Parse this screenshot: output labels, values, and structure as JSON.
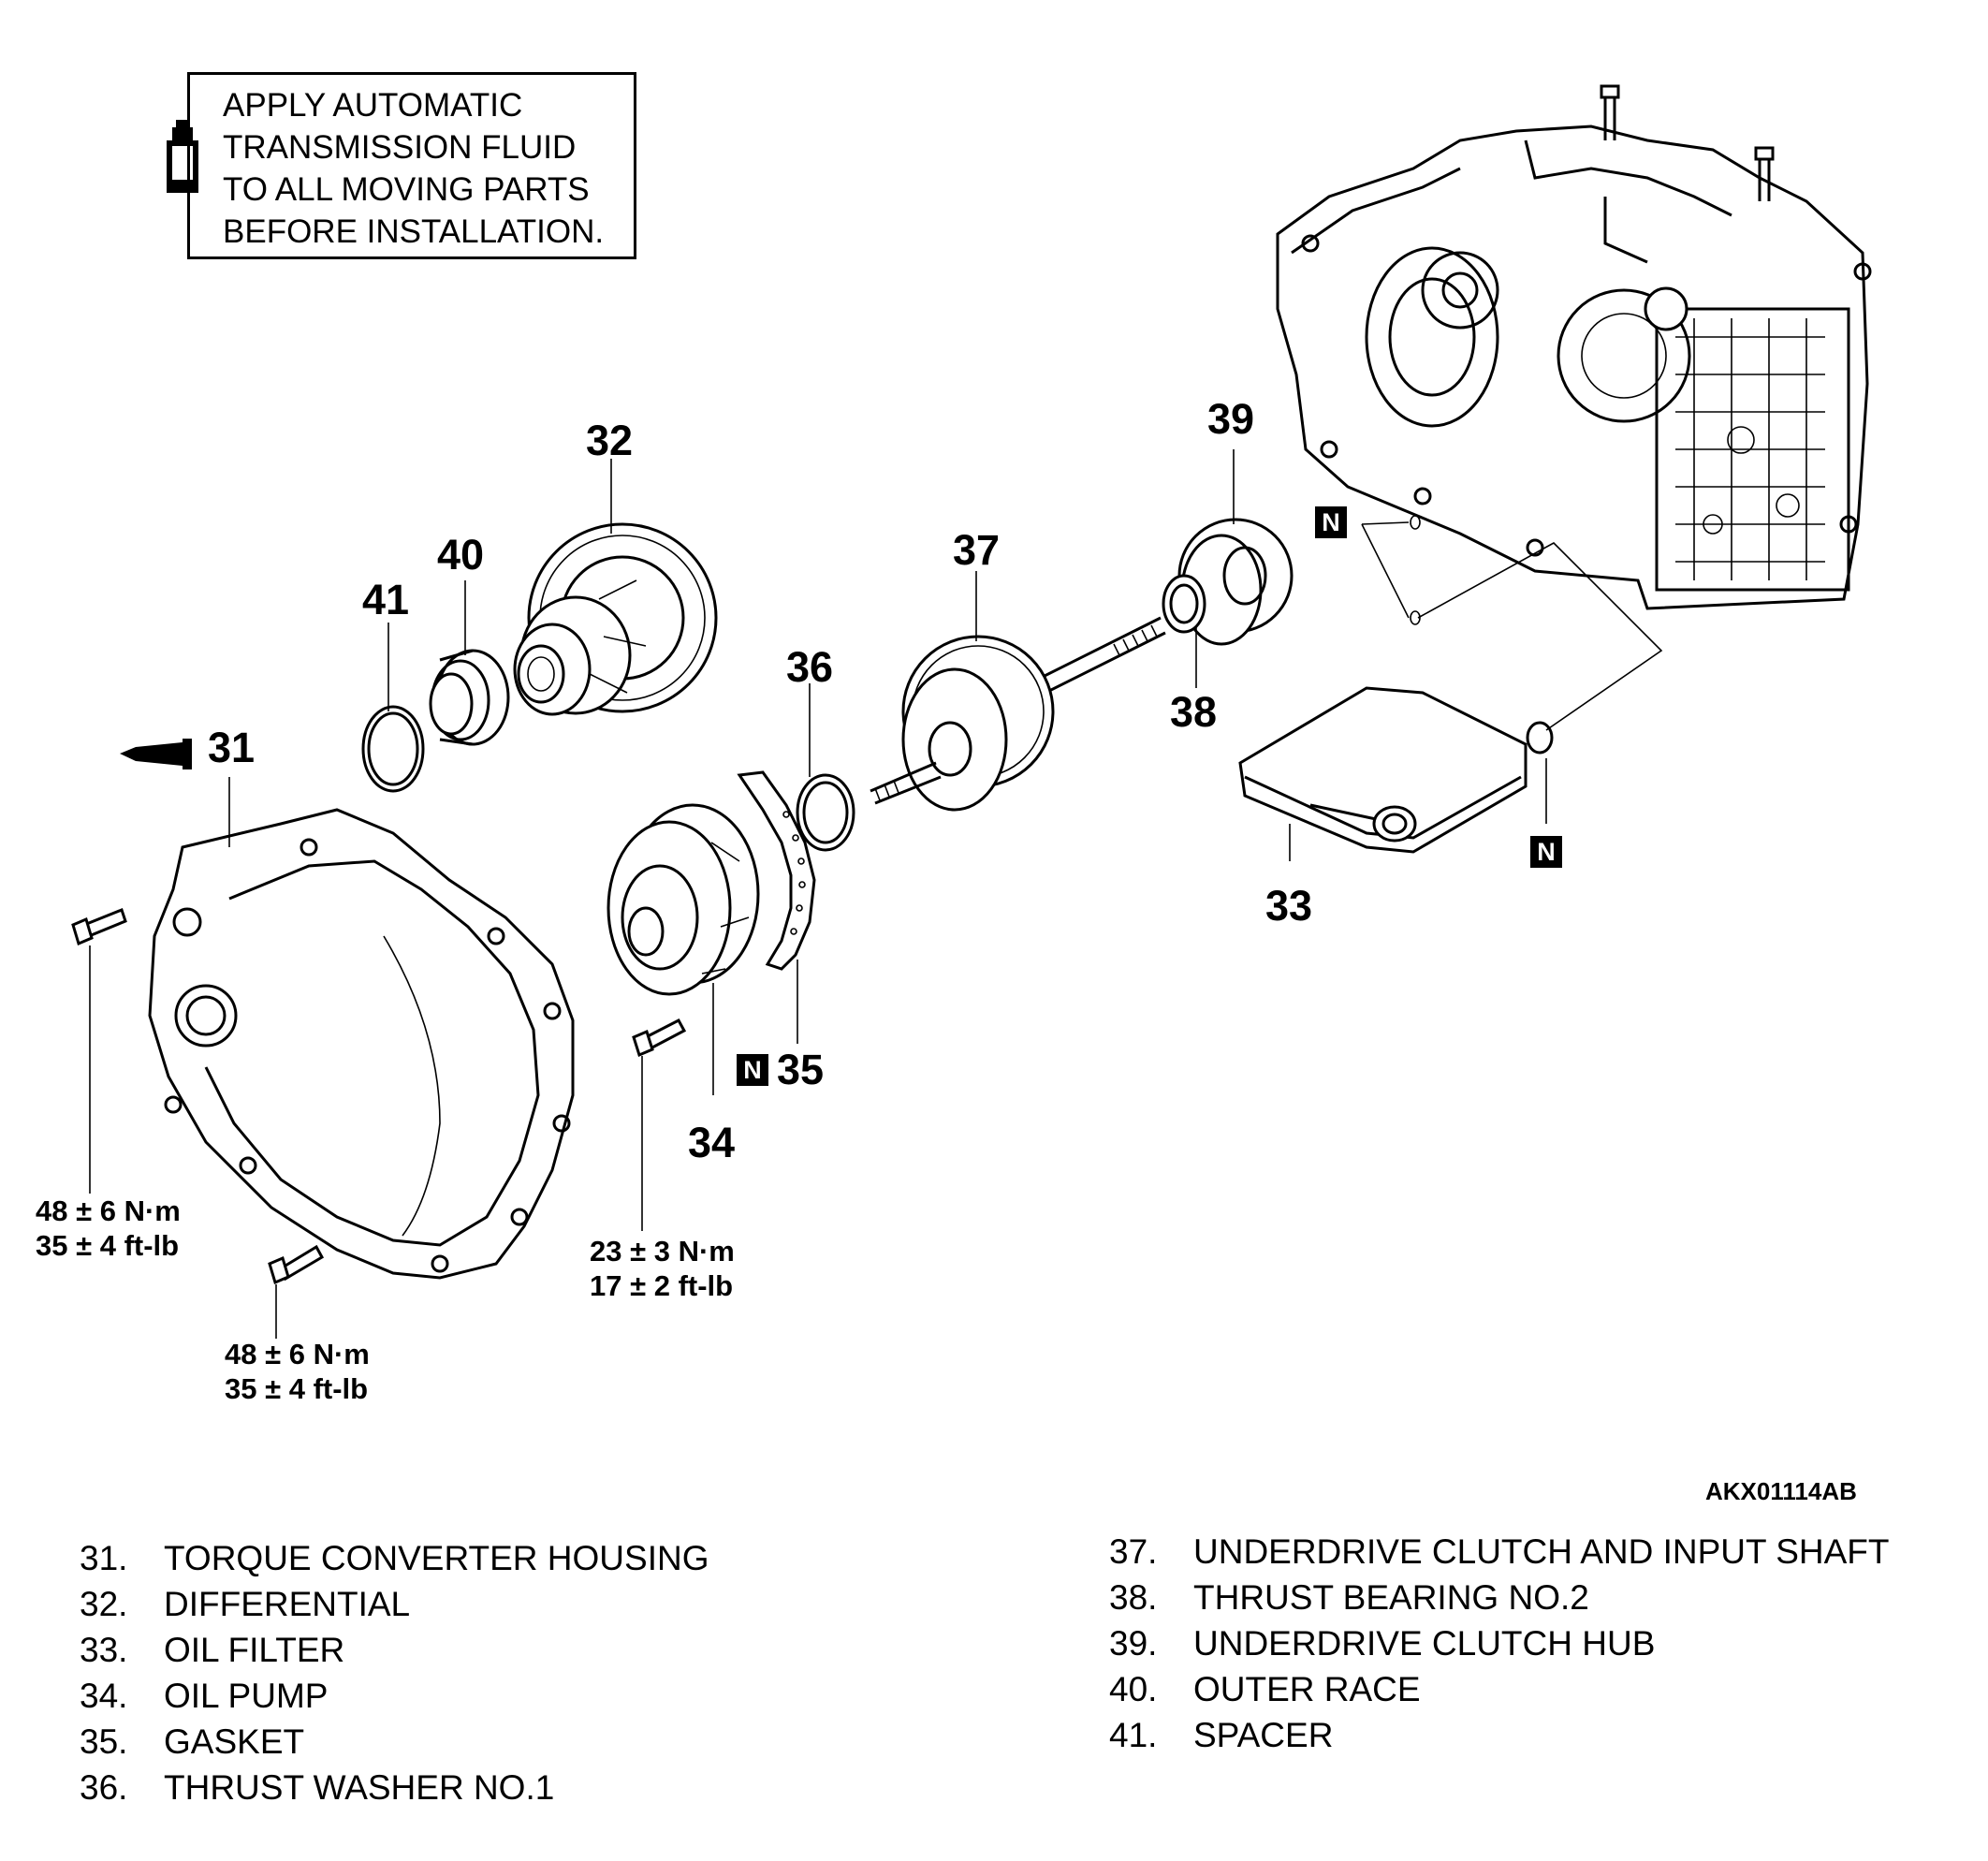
{
  "note": {
    "lines": [
      "APPLY AUTOMATIC",
      "TRANSMISSION FLUID",
      "TO ALL MOVING PARTS",
      "BEFORE INSTALLATION."
    ],
    "icon": "fluid-bottle-icon"
  },
  "callouts": {
    "c31": "31",
    "c32": "32",
    "c33": "33",
    "c34": "34",
    "c35": "35",
    "c36": "36",
    "c37": "37",
    "c38": "38",
    "c39": "39",
    "c40": "40",
    "c41": "41"
  },
  "torque": {
    "t1": [
      "48 ± 6 N·m",
      "35 ± 4 ft-lb"
    ],
    "t2": [
      "48 ± 6 N·m",
      "35 ± 4 ft-lb"
    ],
    "t3": [
      "23 ± 3 N·m",
      "17 ± 2 ft-lb"
    ]
  },
  "new_part_mark": "N",
  "figure_code": "AKX01114AB",
  "legend": {
    "left": [
      {
        "num": "31.",
        "label": "TORQUE CONVERTER HOUSING"
      },
      {
        "num": "32.",
        "label": "DIFFERENTIAL"
      },
      {
        "num": "33.",
        "label": "OIL FILTER"
      },
      {
        "num": "34.",
        "label": "OIL PUMP"
      },
      {
        "num": "35.",
        "label": "GASKET"
      },
      {
        "num": "36.",
        "label": "THRUST WASHER NO.1"
      }
    ],
    "right": [
      {
        "num": "37.",
        "label": "UNDERDRIVE CLUTCH AND INPUT SHAFT"
      },
      {
        "num": "38.",
        "label": "THRUST BEARING NO.2"
      },
      {
        "num": "39.",
        "label": "UNDERDRIVE CLUTCH HUB"
      },
      {
        "num": "40.",
        "label": "OUTER RACE"
      },
      {
        "num": "41.",
        "label": "SPACER"
      }
    ]
  }
}
